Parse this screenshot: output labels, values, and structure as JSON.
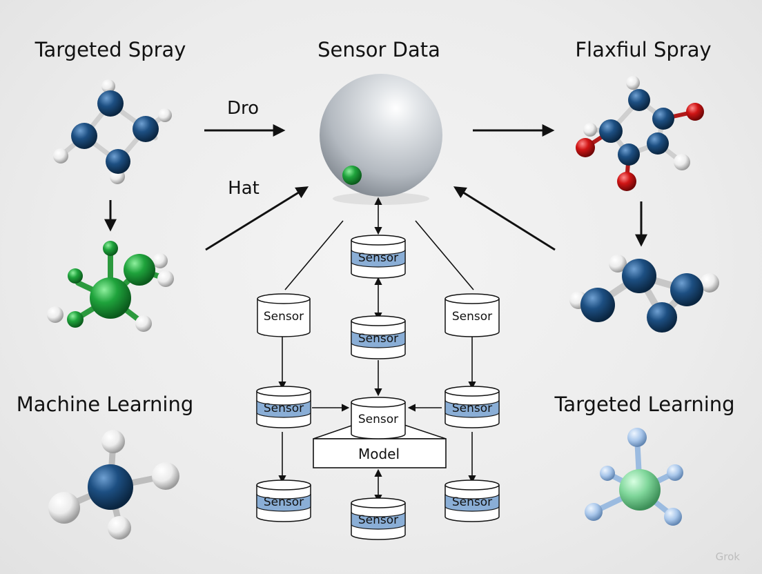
{
  "labels": {
    "top_left_title": "Targeted Spray",
    "top_center_title": "Sensor Data",
    "top_right_title": "Flaxfiul Spray",
    "bottom_left_title": "Machine Learning",
    "bottom_right_title": "Targeted Learning",
    "arrow_label_upper": "Dro",
    "arrow_label_lower": "Hat",
    "model_label": "Model",
    "watermark": "Grok"
  },
  "sensor_label": "Sensor",
  "sensors": [
    {
      "id": "top",
      "style": "blue"
    },
    {
      "id": "left-upper",
      "style": "white"
    },
    {
      "id": "center-upper",
      "style": "blue"
    },
    {
      "id": "right-upper",
      "style": "white"
    },
    {
      "id": "left-mid",
      "style": "blue"
    },
    {
      "id": "center-model",
      "style": "white"
    },
    {
      "id": "right-mid",
      "style": "blue"
    },
    {
      "id": "left-bottom",
      "style": "blue"
    },
    {
      "id": "center-bottom",
      "style": "blue"
    },
    {
      "id": "right-bottom",
      "style": "blue"
    }
  ],
  "colors": {
    "atom_blue": "#1d4f82",
    "atom_green": "#1fa33c",
    "atom_red": "#d01515",
    "atom_white": "#f2f2f2",
    "atom_light_green": "#7fd69a",
    "atom_light_blue": "#a8c6ea",
    "sensor_band": "#8aaed6",
    "sphere": "#c4c9cf"
  }
}
